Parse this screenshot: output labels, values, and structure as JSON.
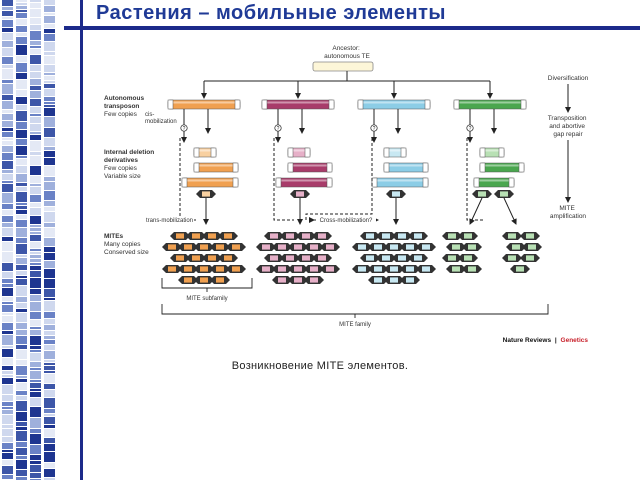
{
  "slide": {
    "title": "Растения – мобильные элементы",
    "caption": "Возникновение MITE элементов."
  },
  "figure": {
    "ancestor": [
      "Ancestor:",
      "autonomous TE"
    ],
    "diversification": "Diversification",
    "transposition": [
      "Transposition",
      "and abortive",
      "gap repair"
    ],
    "mite_amplification": [
      "MITE",
      "amplification"
    ],
    "autonomous": [
      "Autonomous",
      "transposon",
      "Few copies"
    ],
    "internal": [
      "Internal deletion",
      "derivatives",
      "Few copies",
      "Variable size"
    ],
    "mites": [
      "MITEs",
      "Many copies",
      "Conserved size"
    ],
    "cis_mobilization": [
      "cis-",
      "mobilization"
    ],
    "trans_mobilization": "trans-mobilization",
    "cross_mobilization": "Cross-mobilization?",
    "question_mark": "?",
    "mite_subfamily": "MITE subfamily",
    "mite_family": "MITE family",
    "credit_journal": "Nature Reviews",
    "credit_separator": "|",
    "credit_section": "Genetics",
    "family_colors": [
      "#f0a050",
      "#a83c6a",
      "#8ccde6",
      "#4aa64e"
    ],
    "family_light_colors": [
      "#f8d0a0",
      "#e6b0c8",
      "#c8e8f2",
      "#b8e0b4"
    ]
  }
}
